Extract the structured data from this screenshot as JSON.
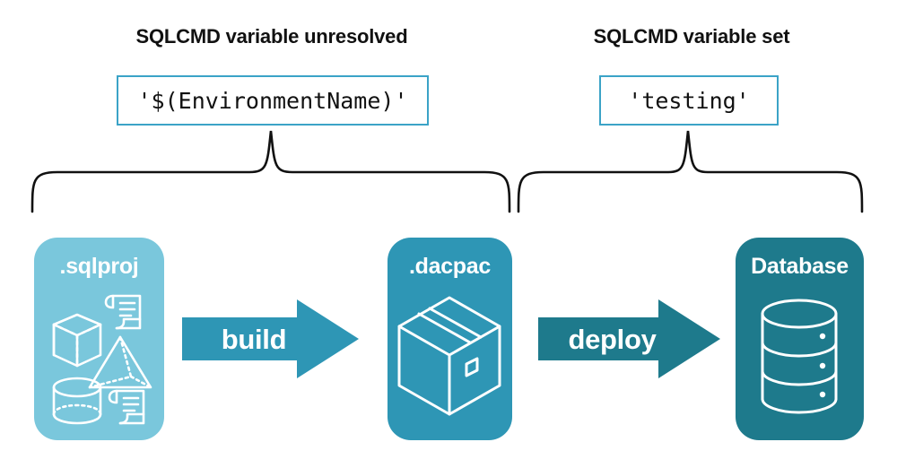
{
  "headings": {
    "left": "SQLCMD variable unresolved",
    "right": "SQLCMD variable set"
  },
  "code_boxes": {
    "left_value": "'$(EnvironmentName)'",
    "right_value": "'testing'"
  },
  "entities": [
    {
      "label": ".sqlproj",
      "color": "#7AC7DC",
      "icons": [
        "cube-wireframe-icon",
        "pyramid-wireframe-icon",
        "cylinder-wireframe-icon",
        "scroll-icon",
        "scroll-icon"
      ]
    },
    {
      "label": ".dacpac",
      "color": "#2E96B5",
      "icons": [
        "package-box-icon"
      ]
    },
    {
      "label": "Database",
      "color": "#1E7A8C",
      "icons": [
        "database-cylinder-icon"
      ]
    }
  ],
  "arrows": [
    {
      "label": "build",
      "color": "#2E96B5"
    },
    {
      "label": "deploy",
      "color": "#1E7A8C"
    }
  ],
  "braces": {
    "left_name": "brace-build-stage",
    "right_name": "brace-deploy-stage",
    "color": "#111111"
  },
  "palette": {
    "accent_border": "#3BA3C7",
    "light_teal": "#7AC7DC",
    "mid_teal": "#2E96B5",
    "dark_teal": "#1E7A8C",
    "text": "#111111",
    "background": "#ffffff"
  }
}
